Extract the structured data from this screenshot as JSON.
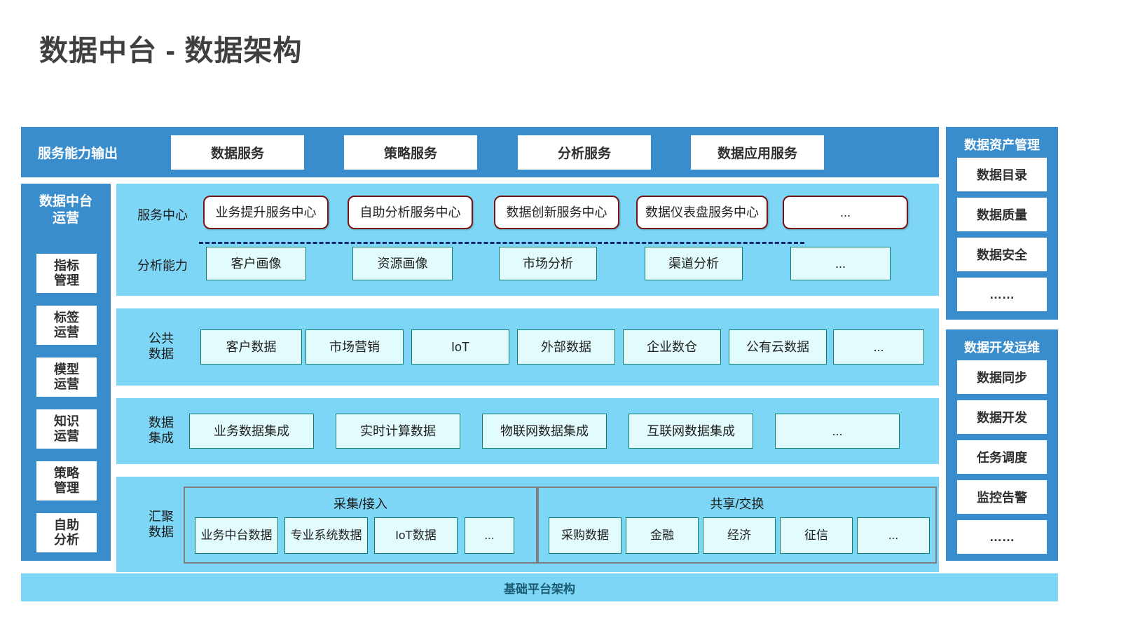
{
  "title": "数据中台 - 数据架构",
  "colors": {
    "brand_blue": "#3a8dcc",
    "light_blue": "#7dd6f5",
    "cyan_fill": "#e2fbfd",
    "cyan_border": "#0f7f6e",
    "pill_border": "#7a1414",
    "title_gray": "#3f3f3f",
    "frame_gray": "#808080",
    "dashed_navy": "#12266e"
  },
  "service_band": {
    "label": "服务能力输出",
    "items": [
      {
        "label": "数据服务"
      },
      {
        "label": "策略服务"
      },
      {
        "label": "分析服务"
      },
      {
        "label": "数据应用服务"
      }
    ]
  },
  "sidebar": {
    "title": "数据中台\n运营",
    "title_line1": "数据中台",
    "title_line2": "运营",
    "items": [
      {
        "line1": "指标",
        "line2": "管理"
      },
      {
        "line1": "标签",
        "line2": "运营"
      },
      {
        "line1": "模型",
        "line2": "运营"
      },
      {
        "line1": "知识",
        "line2": "运营"
      },
      {
        "line1": "策略",
        "line2": "管理"
      },
      {
        "line1": "自助",
        "line2": "分析"
      }
    ]
  },
  "lanes": {
    "service_center": {
      "label": "服务中心",
      "items": [
        {
          "label": "业务提升服务中心"
        },
        {
          "label": "自助分析服务中心"
        },
        {
          "label": "数据创新服务中心"
        },
        {
          "label": "数据仪表盘服务中心"
        },
        {
          "label": "..."
        }
      ]
    },
    "analysis_capability": {
      "label": "分析能力",
      "items": [
        {
          "label": "客户画像"
        },
        {
          "label": "资源画像"
        },
        {
          "label": "市场分析"
        },
        {
          "label": "渠道分析"
        },
        {
          "label": "..."
        }
      ]
    },
    "public_data": {
      "label_line1": "公共",
      "label_line2": "数据",
      "items": [
        {
          "label": "客户数据"
        },
        {
          "label": "市场营销"
        },
        {
          "label": "IoT"
        },
        {
          "label": "外部数据"
        },
        {
          "label": "企业数仓"
        },
        {
          "label": "公有云数据"
        },
        {
          "label": "..."
        }
      ]
    },
    "data_integration": {
      "label_line1": "数据",
      "label_line2": "集成",
      "items": [
        {
          "label": "业务数据集成"
        },
        {
          "label": "实时计算数据"
        },
        {
          "label": "物联网数据集成"
        },
        {
          "label": "互联网数据集成"
        },
        {
          "label": "..."
        }
      ]
    },
    "aggregate_data": {
      "label_line1": "汇聚",
      "label_line2": "数据",
      "groups": [
        {
          "title": "采集/接入",
          "items": [
            {
              "label": "业务中台数据"
            },
            {
              "label": "专业系统数据"
            },
            {
              "label": "IoT数据"
            },
            {
              "label": "..."
            }
          ]
        },
        {
          "title": "共享/交换",
          "items": [
            {
              "label": "采购数据"
            },
            {
              "label": "金融"
            },
            {
              "label": "经济"
            },
            {
              "label": "征信"
            },
            {
              "label": "..."
            }
          ]
        }
      ]
    }
  },
  "right_panels": [
    {
      "title": "数据资产管理",
      "items": [
        {
          "label": "数据目录"
        },
        {
          "label": "数据质量"
        },
        {
          "label": "数据安全"
        },
        {
          "label": "……"
        }
      ]
    },
    {
      "title": "数据开发运维",
      "items": [
        {
          "label": "数据同步"
        },
        {
          "label": "数据开发"
        },
        {
          "label": "任务调度"
        },
        {
          "label": "监控告警"
        },
        {
          "label": "……"
        }
      ]
    }
  ],
  "platform_band": {
    "label": "基础平台架构"
  }
}
